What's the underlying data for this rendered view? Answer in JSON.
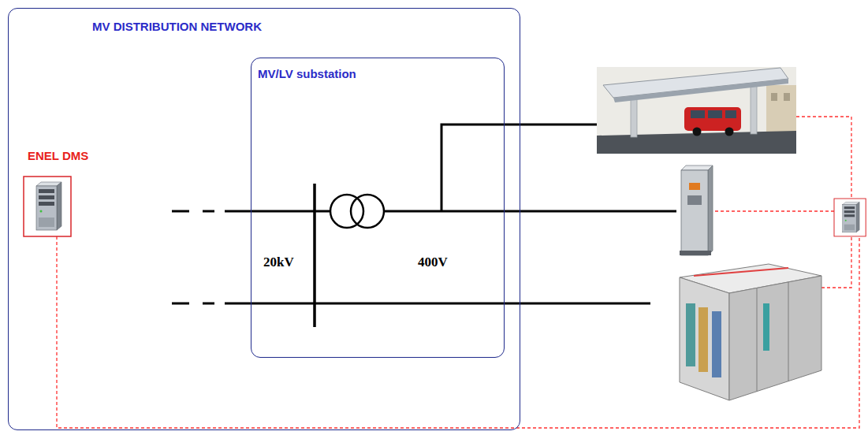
{
  "diagram": {
    "nodes": [
      {
        "text": [
          "MV DISTRIBUTION NETWORK"
        ]
      },
      {
        "text": [
          "MV/LV substation"
        ],
        "in": 0
      },
      {
        "text": [
          "ENEL DMS"
        ],
        "in": 0
      }
    ],
    "labels": [
      "20kV",
      "400V"
    ]
  }
}
